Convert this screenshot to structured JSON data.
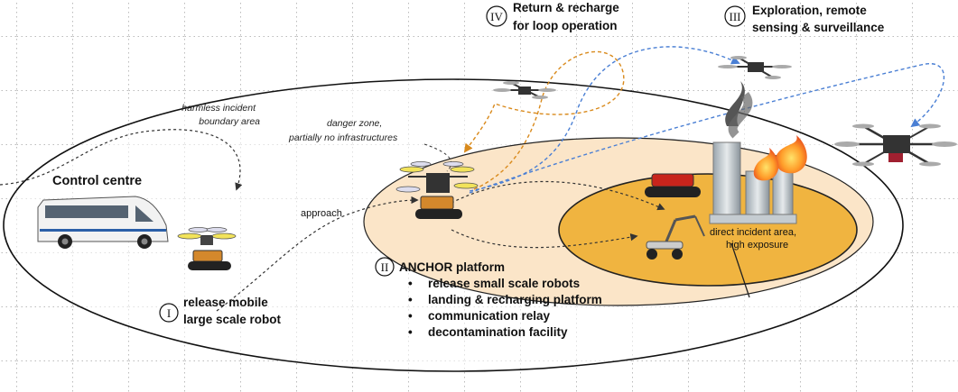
{
  "labels": {
    "control_centre": "Control centre",
    "harmless_line1": "harmless incident",
    "harmless_line2": "boundary area",
    "danger_line1": "danger zone,",
    "danger_line2": "partially no infrastructures",
    "approach": "approach",
    "direct_line1": "direct incident area,",
    "direct_line2": "high exposure"
  },
  "steps": {
    "s1": {
      "numeral": "I",
      "line1": "release mobile",
      "line2": "large scale robot"
    },
    "s2": {
      "numeral": "II",
      "title": "ANCHOR platform",
      "bullets": [
        "release small scale robots",
        "landing & recharging platform",
        "communication relay",
        "decontamination facility"
      ]
    },
    "s3": {
      "numeral": "III",
      "line1": "Exploration, remote",
      "line2": "sensing & surveillance"
    },
    "s4": {
      "numeral": "IV",
      "line1": "Return & recharge",
      "line2": "for loop operation"
    }
  },
  "colors": {
    "danger_zone": "#fbe5c8",
    "direct_zone": "#f0b440",
    "return_arrow": "#d98a1c",
    "explore_arrow": "#4a7fd4",
    "path": "#444444"
  }
}
